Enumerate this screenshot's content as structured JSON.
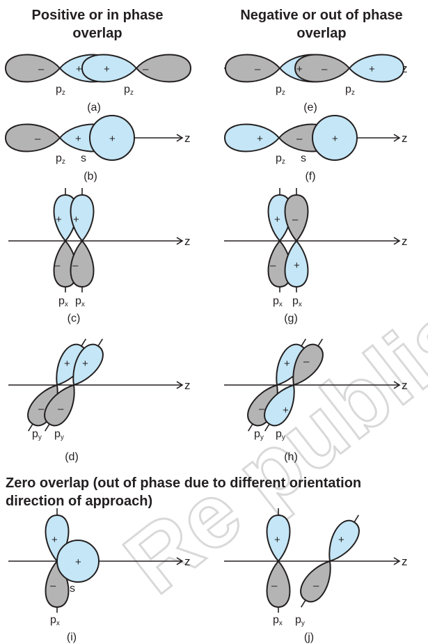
{
  "headings": {
    "positive": [
      "Positive or in phase",
      "overlap"
    ],
    "negative": [
      "Negative or out of phase",
      "overlap"
    ],
    "zero": [
      "Zero overlap (out of phase due to different orientation",
      "direction of approach)"
    ]
  },
  "axis_label": "z",
  "signs": {
    "plus": "+",
    "minus": "–"
  },
  "orbitals": {
    "p": "p",
    "z": "z",
    "x": "x",
    "y": "y",
    "s": "s"
  },
  "captions": [
    "(a)",
    "(b)",
    "(c)",
    "(d)",
    "(e)",
    "(f)",
    "(g)",
    "(h)",
    "(i)",
    "(j)"
  ],
  "watermark": "Re published",
  "colors": {
    "positive_lobe": "#c4e6f6",
    "negative_lobe": "#b4b4b4",
    "outline": "#231f20"
  }
}
